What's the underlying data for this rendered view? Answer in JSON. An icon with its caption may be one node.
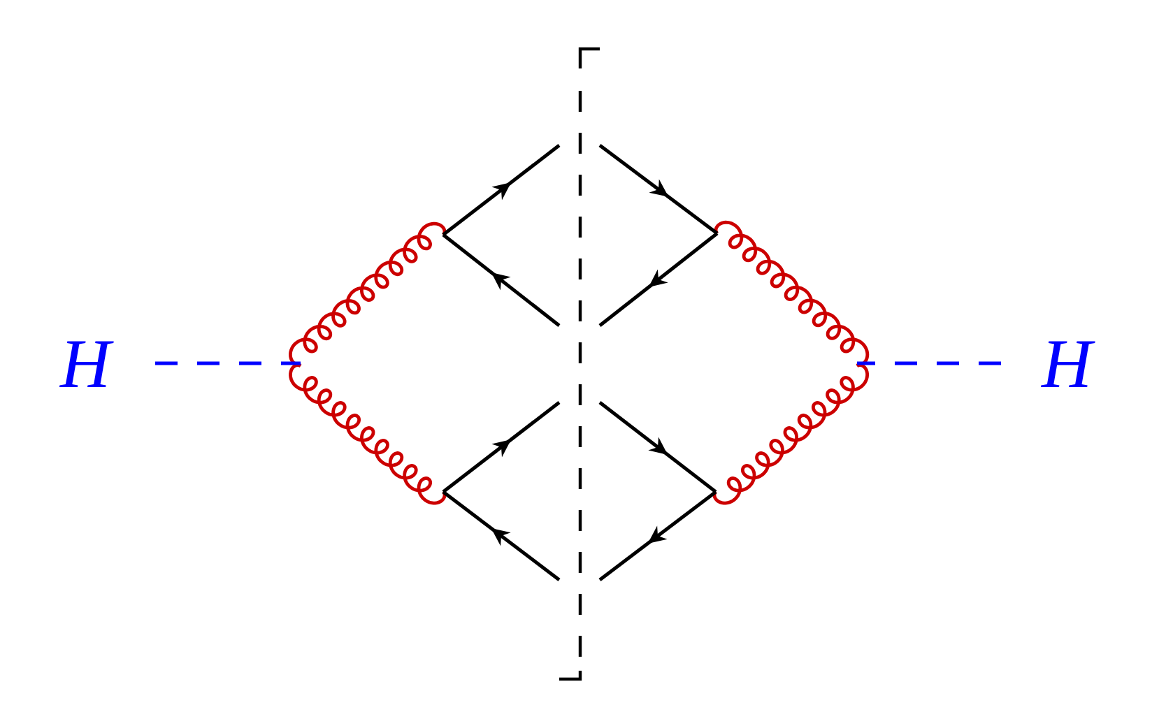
{
  "diagram": {
    "nodes": [
      {
        "text": [
          "H"
        ]
      },
      {
        "text": [
          "H"
        ]
      }
    ],
    "edges": [
      {
        "from": 0,
        "to": null,
        "arrow": "none",
        "style": "dashed",
        "color": "#0000ff"
      },
      {
        "from": 1,
        "to": null,
        "arrow": "none",
        "style": "dashed",
        "color": "#0000ff"
      }
    ]
  }
}
